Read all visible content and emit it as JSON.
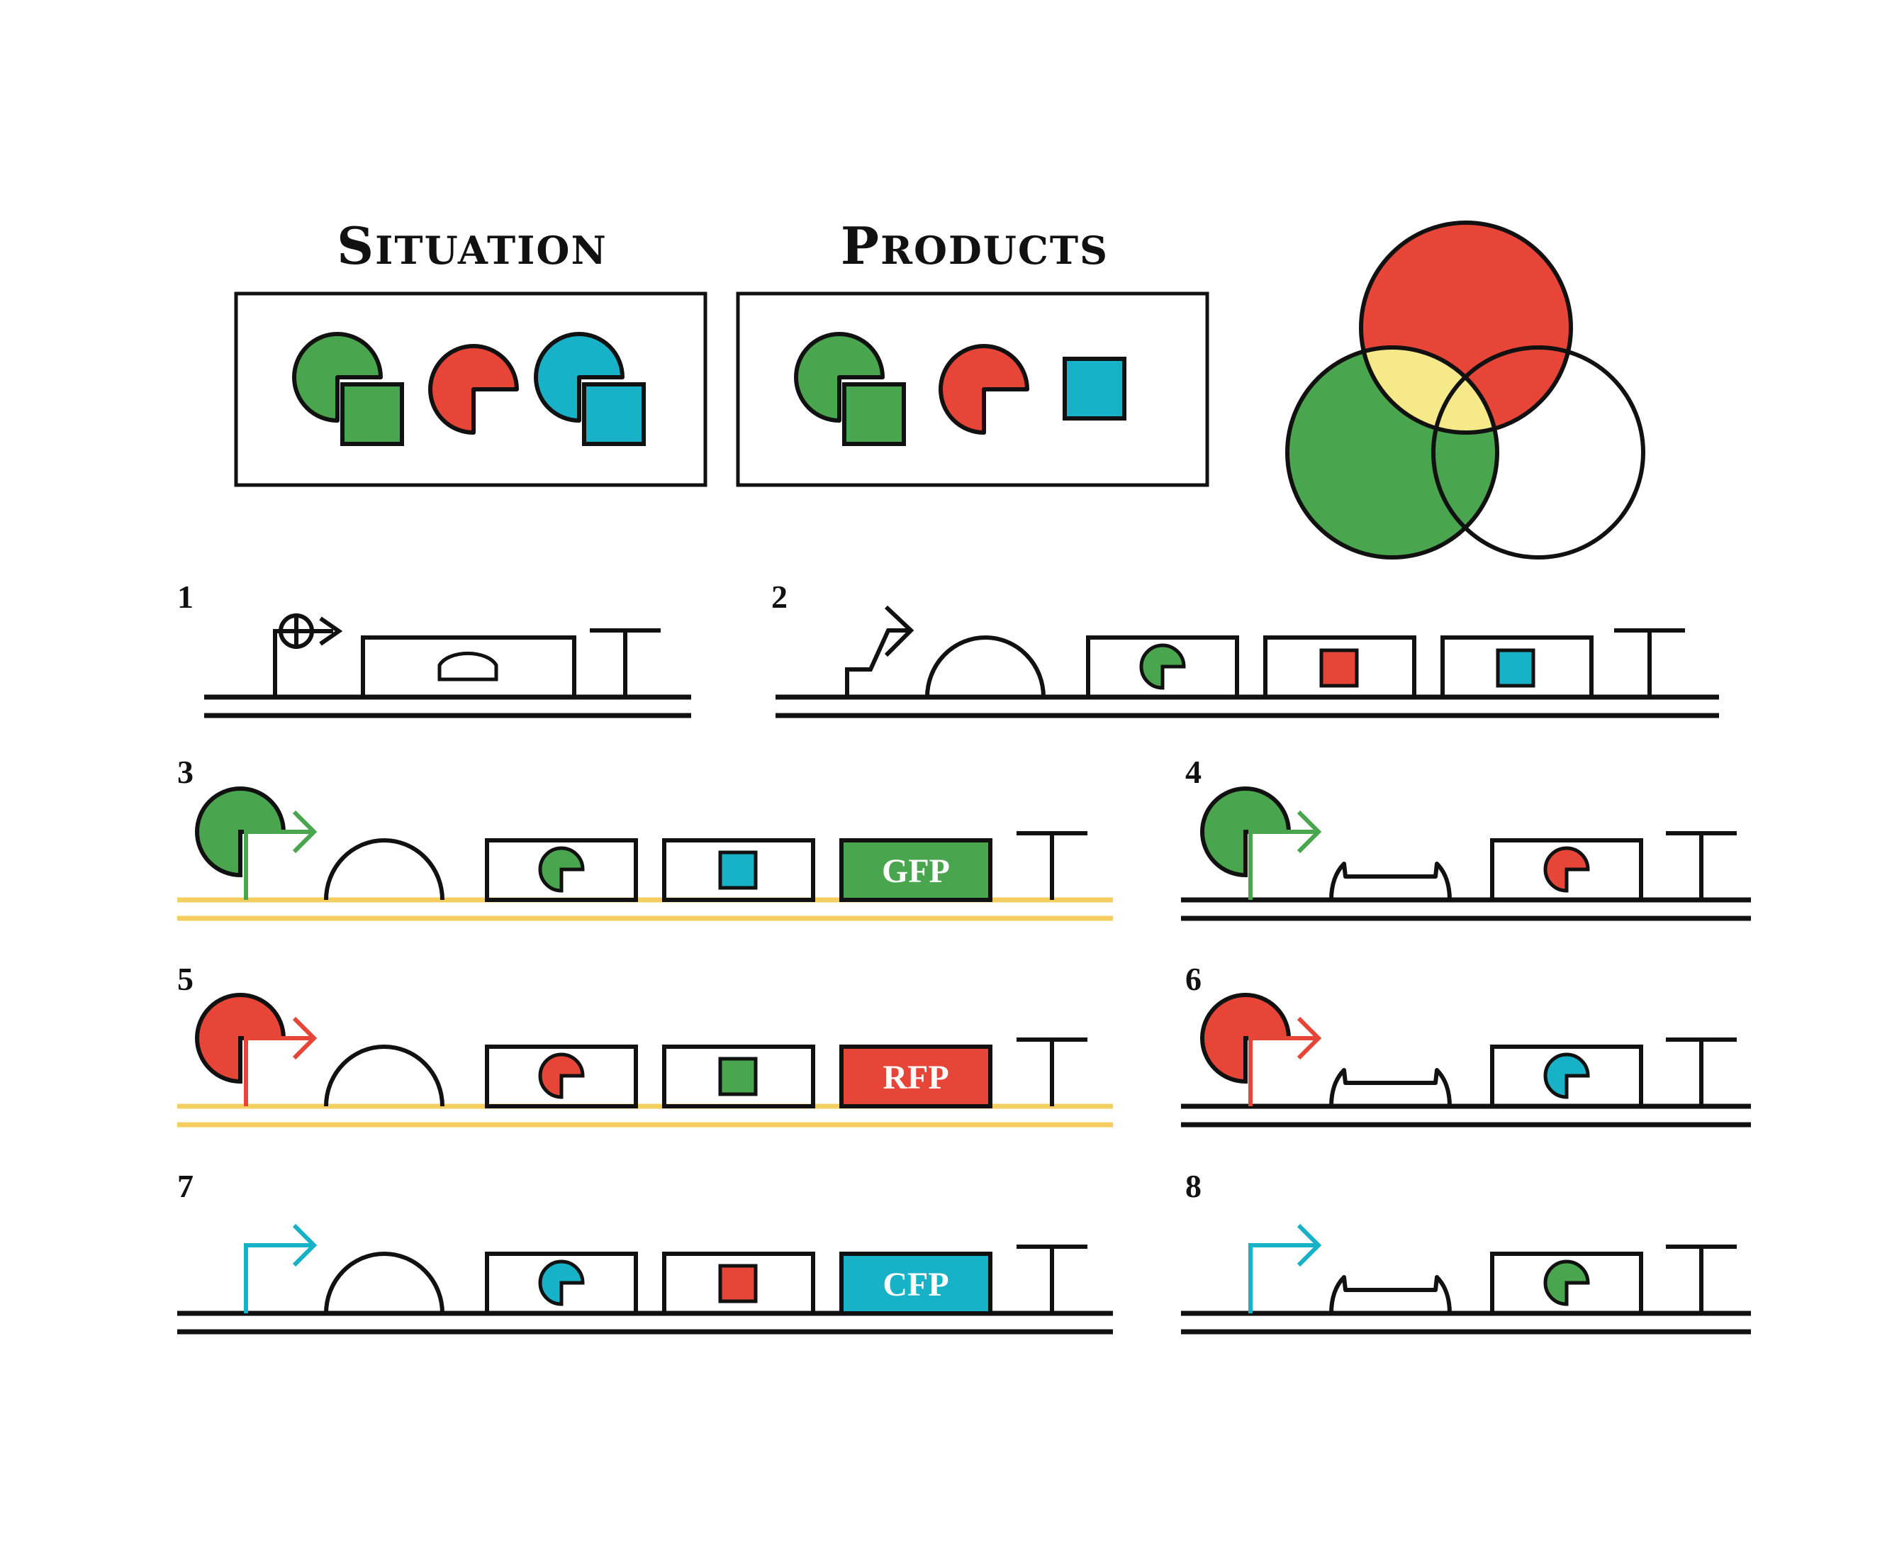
{
  "headings": {
    "situation": "Situation",
    "products": "Products"
  },
  "colors": {
    "green": "#4aa64e",
    "red": "#e74537",
    "cyan": "#17b2c8",
    "yellow_overlap": "#f5e98a",
    "yellow_dna": "#f4cf5f",
    "outline": "#111111"
  },
  "situation_items": [
    {
      "shape": "pacman-with-square",
      "color": "green"
    },
    {
      "shape": "pacman",
      "color": "red"
    },
    {
      "shape": "pacman-with-square",
      "color": "cyan"
    }
  ],
  "product_items": [
    {
      "shape": "pacman-with-square",
      "color": "green"
    },
    {
      "shape": "pacman",
      "color": "red"
    },
    {
      "shape": "square",
      "color": "cyan"
    }
  ],
  "venn": {
    "circles": [
      {
        "position": "top",
        "fill": "red"
      },
      {
        "position": "bottom-left",
        "fill": "green"
      },
      {
        "position": "bottom-right",
        "fill": "white"
      }
    ],
    "overlap_fill": "yellow"
  },
  "constructs": [
    {
      "number": "1"
    },
    {
      "number": "2"
    },
    {
      "number": "3",
      "reporter": "GFP"
    },
    {
      "number": "4"
    },
    {
      "number": "5",
      "reporter": "RFP"
    },
    {
      "number": "6"
    },
    {
      "number": "7",
      "reporter": "CFP"
    },
    {
      "number": "8"
    }
  ]
}
